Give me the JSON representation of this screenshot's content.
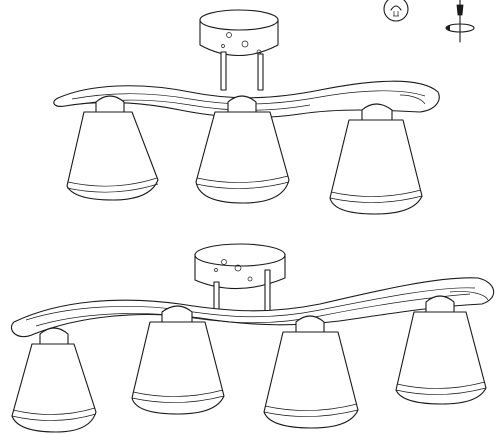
{
  "figure": {
    "type": "line-drawing",
    "background": "#ffffff",
    "line_color": "#1a1a1a"
  },
  "legend_icons": [
    {
      "icon": "light-bulb-icon"
    },
    {
      "icon": "rotation-icon"
    }
  ],
  "fixtures": [
    {
      "name": "three-light-ceiling-fixture",
      "shade_count": 3
    },
    {
      "name": "four-light-ceiling-fixture",
      "shade_count": 4
    }
  ]
}
